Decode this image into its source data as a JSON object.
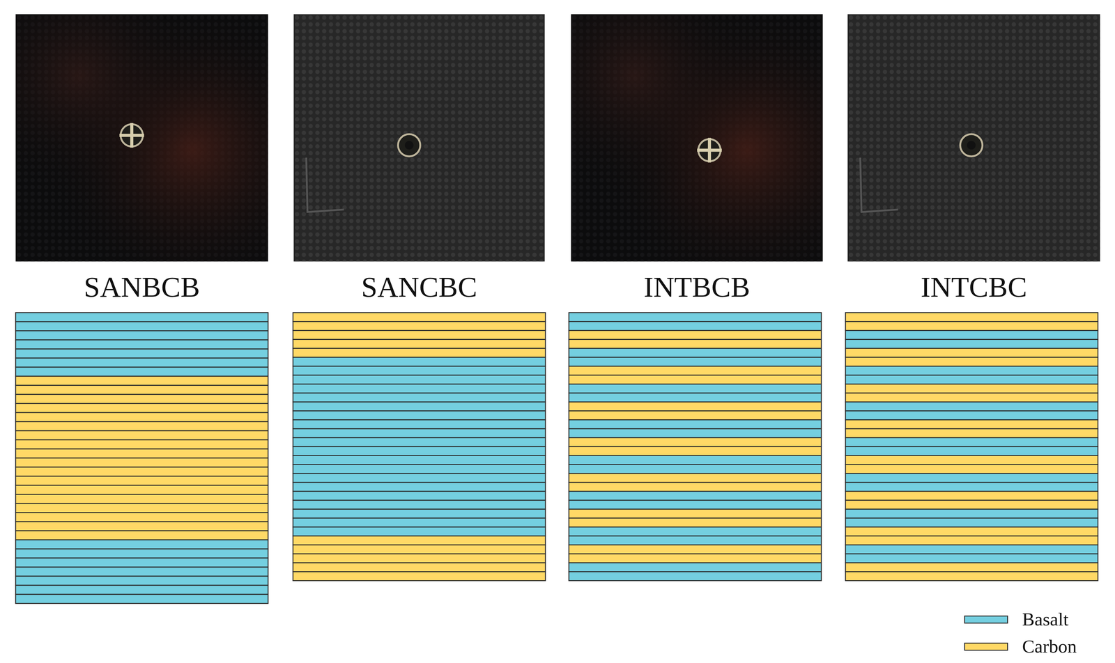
{
  "diagram": {
    "labels": [
      "SANBCB",
      "SANCBC",
      "INTBCB",
      "INTCBC"
    ],
    "legend": [
      {
        "text": "Basalt",
        "color": "#74cfe0"
      },
      {
        "text": "Carbon",
        "color": "#ffd966"
      }
    ]
  }
}
